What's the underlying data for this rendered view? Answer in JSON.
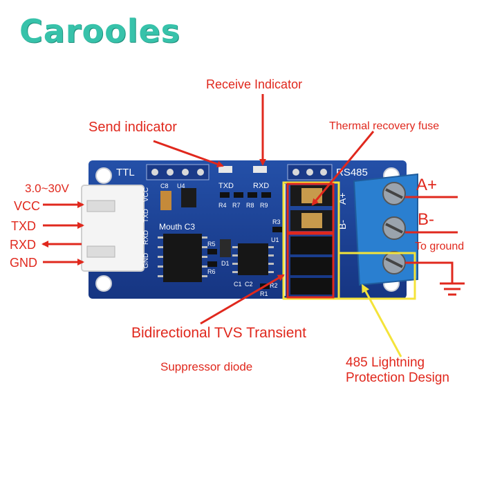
{
  "brand": "Carooles",
  "labels": {
    "receive_indicator": "Receive Indicator",
    "send_indicator": "Send indicator",
    "thermal_fuse": "Thermal recovery fuse",
    "voltage": "3.0~30V",
    "vcc": "VCC",
    "txd": "TXD",
    "rxd": "RXD",
    "gnd": "GND",
    "a_plus": "A+",
    "b_minus": "B-",
    "to_ground": "To ground",
    "tvs_line1": "Bidirectional TVS Transient",
    "tvs_line2": "Suppressor diode",
    "lightning_line1": "485 Lightning",
    "lightning_line2": "Protection Design"
  },
  "board": {
    "ttl": "TTL",
    "rs485": "RS485",
    "txd": "TXD",
    "rxd": "RXD",
    "mouth": "Mouth C3",
    "connector_pins": [
      "GND",
      "RXD",
      "TXD",
      "VCC"
    ],
    "terminal_a": "A+",
    "terminal_b": "B-",
    "parts": [
      "C8",
      "U4",
      "R4",
      "R7",
      "R8",
      "R9",
      "R5",
      "R6",
      "R3",
      "U1",
      "D1",
      "C2",
      "C1",
      "R2",
      "R1"
    ]
  },
  "colors": {
    "board": "#1d3f8f",
    "annotation": "#e0281d",
    "highlight": "#f4e33a",
    "terminal": "#2a7fd0"
  }
}
